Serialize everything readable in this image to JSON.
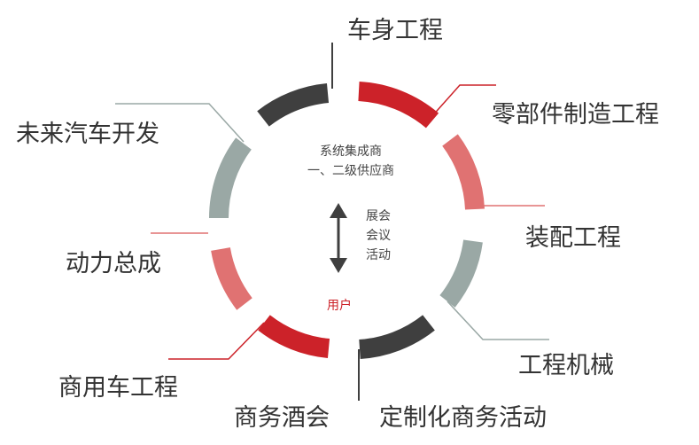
{
  "colors": {
    "dark": "#3f3f3f",
    "red": "#cc2229",
    "pink": "#e07272",
    "gray": "#9aa8a5",
    "text": "#333333",
    "accent_text": "#cc2229"
  },
  "segments": [
    {
      "label": "车身工程",
      "color": "dark"
    },
    {
      "label": "零部件制造工程",
      "color": "red"
    },
    {
      "label": "装配工程",
      "color": "pink"
    },
    {
      "label": "工程机械",
      "color": "gray"
    },
    {
      "label": "定制化商务活动",
      "color": "dark"
    },
    {
      "label": "商务酒会",
      "color": "red"
    },
    {
      "label": "商用车工程",
      "color": "red"
    },
    {
      "label": "动力总成",
      "color": "pink"
    },
    {
      "label": "未来汽车开发",
      "color": "gray"
    }
  ],
  "center": {
    "line1": "系统集成商",
    "line2": "一、二级供应商",
    "side_line1": "展会",
    "side_line2": "会议",
    "side_line3": "活动",
    "user": "用户"
  }
}
